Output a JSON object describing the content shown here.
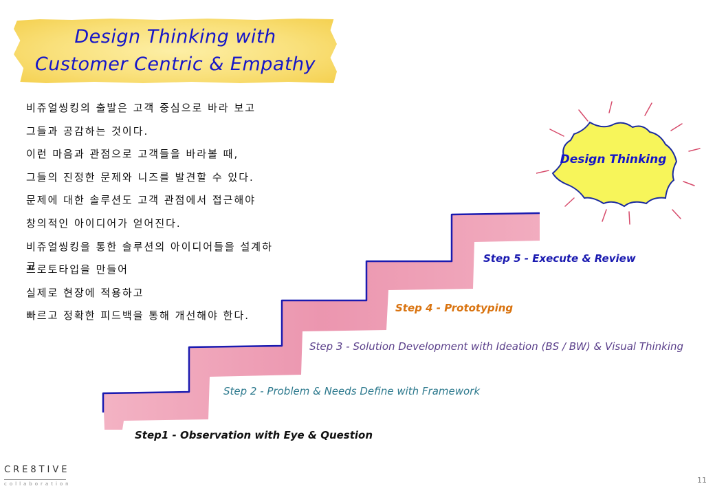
{
  "title": {
    "line1": "Design Thinking with",
    "line2": "Customer Centric & Empathy",
    "color": "#1515c8",
    "banner_color": "#f9e07a"
  },
  "body": {
    "lines": [
      "비쥬얼씽킹의 출발은 고객 중심으로 바라 보고",
      "그들과 공감하는 것이다.",
      "이런 마음과 관점으로 고객들을 바라볼 때,",
      "그들의 진정한 문제와 니즈를 발견할 수 있다.",
      "문제에 대한 솔루션도 고객 관점에서 접근해야",
      "창의적인 아이디어가 얻어진다.",
      "비쥬얼씽킹을 통한 솔루션의 아이디어들을 설계하고",
      "프로토타입을 만들어",
      "실제로 현장에 적용하고",
      "빠르고 정확한 피드백을 통해 개선해야 한다."
    ]
  },
  "burst": {
    "label": "Design Thinking",
    "fill": "#f7f55a",
    "outline": "#1a2aa0",
    "ray_color": "#d64a6a"
  },
  "staircase": {
    "fill": "#e98aa6",
    "edge": "#1a1ab0"
  },
  "steps": [
    {
      "label": "Step1 - Observation with Eye & Question",
      "color": "#111111"
    },
    {
      "label": "Step 2 - Problem & Needs Define with Framework",
      "color": "#2e7a8e"
    },
    {
      "label": "Step 3 - Solution Development with Ideation (BS / BW) & Visual Thinking",
      "color": "#5a3f8a"
    },
    {
      "label": "Step 4 - Prototyping",
      "color": "#d9730f"
    },
    {
      "label": "Step 5 - Execute & Review",
      "color": "#1a1ab0"
    }
  ],
  "logo": {
    "main": "CRE8TIVE",
    "sub": "collaboration",
    "mark": "®"
  },
  "page_number": "11"
}
